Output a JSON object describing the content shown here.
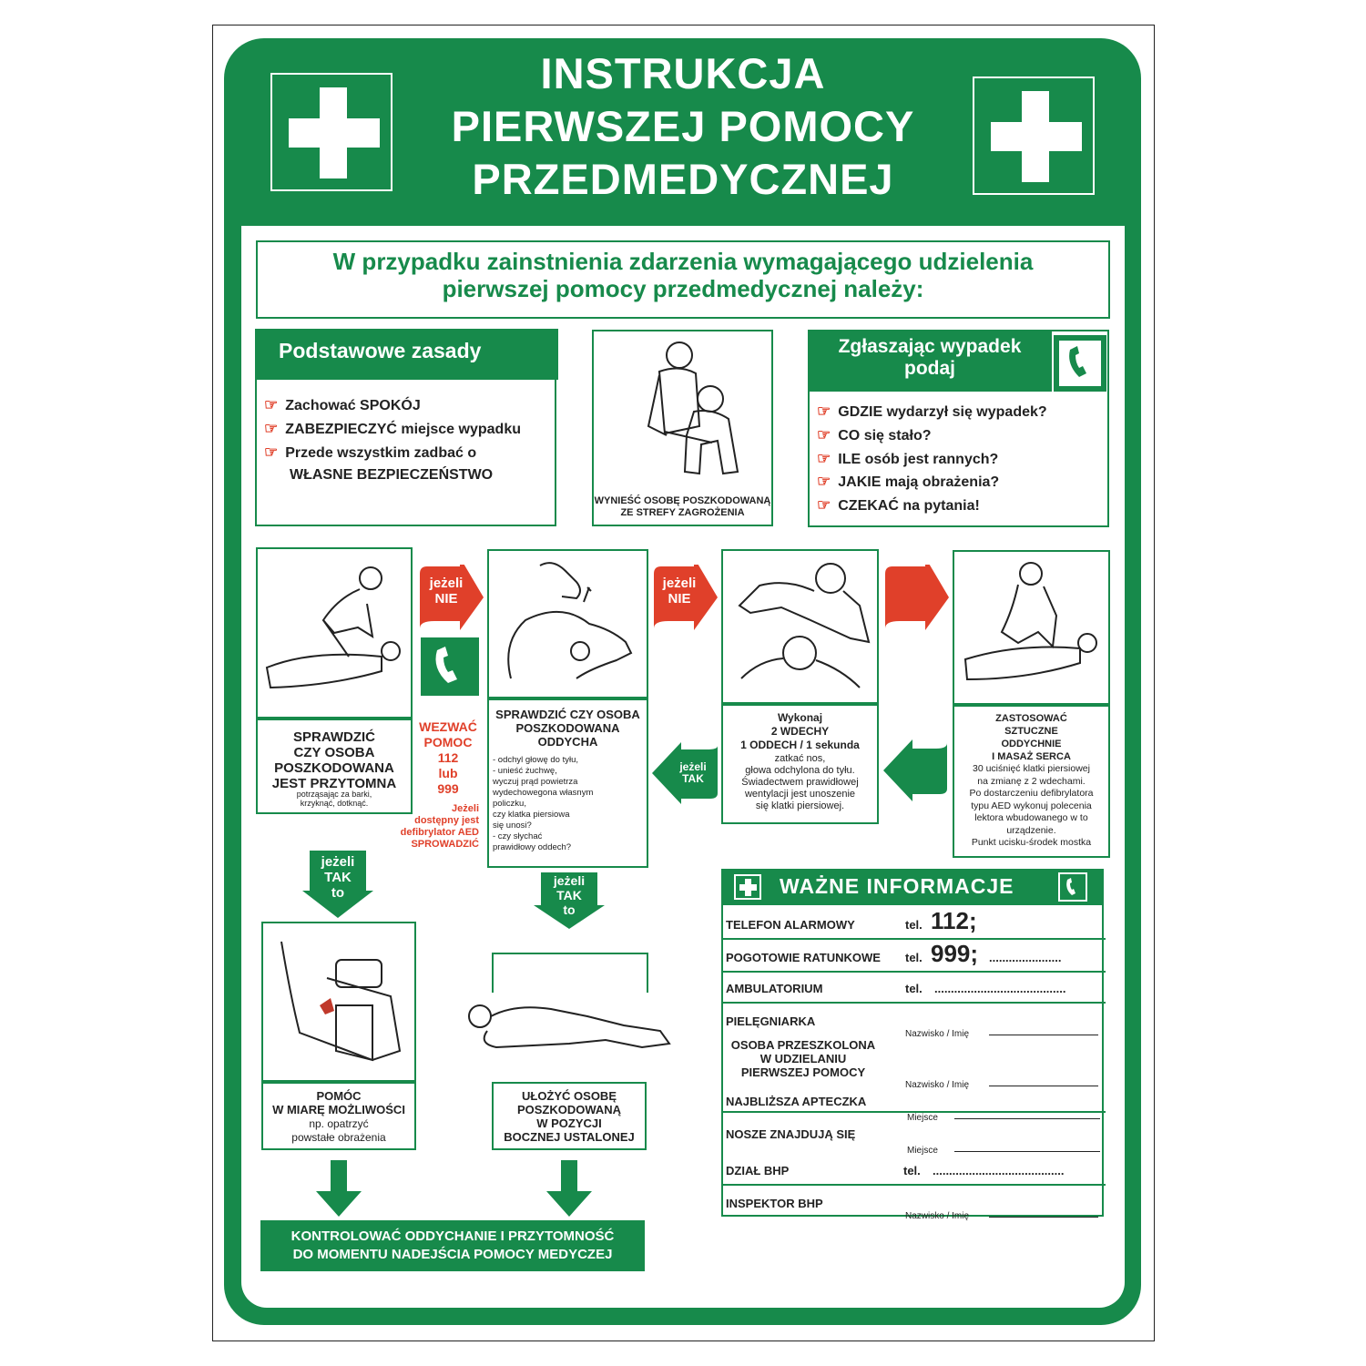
{
  "header": {
    "title_line1": "INSTRUKCJA",
    "title_line2": "PIERWSZEJ POMOCY",
    "title_line3": "PRZEDMEDYCZNEJ"
  },
  "intro": {
    "line1": "W przypadku zainstnienia zdarzenia wymagającego udzielenia",
    "line2": "pierwszej pomocy przedmedycznej należy:"
  },
  "basic_rules": {
    "heading": "Podstawowe zasady",
    "items": [
      "Zachować SPOKÓJ",
      "ZABEZPIECZYĆ miejsce wypadku",
      "Przede wszystkim zadbać o",
      "WŁASNE BEZPIECZEŃSTWO"
    ]
  },
  "evacuate": {
    "caption_line1": "WYNIEŚĆ OSOBĘ POSZKODOWANĄ",
    "caption_line2": "ZE STREFY ZAGROŻENIA"
  },
  "report": {
    "heading_line1": "Zgłaszając wypadek",
    "heading_line2": "podaj",
    "items": [
      "GDZIE wydarzył się wypadek?",
      "CO się stało?",
      "ILE osób jest rannych?",
      "JAKIE mają obrażenia?",
      "CZEKAĆ na pytania!"
    ]
  },
  "steps": {
    "jezeli": "jeżeli",
    "nie": "NIE",
    "tak": "TAK",
    "to": "to",
    "consciousness": {
      "l1": "SPRAWDZIĆ",
      "l2": "CZY OSOBA",
      "l3": "POSZKODOWANA",
      "l4": "JEST PRZYTOMNA",
      "note1": "potrząsając za barki,",
      "note2": "krzyknąć, dotknąć."
    },
    "call": {
      "l1": "WEZWAĆ",
      "l2": "POMOC",
      "l3": "112",
      "l4": "lub",
      "l5": "999",
      "aed1": "Jeżeli",
      "aed2": "dostępny jest",
      "aed3": "defibrylator AED",
      "aed4": "SPROWADZIĆ"
    },
    "breathing": {
      "l1": "SPRAWDZIĆ CZY OSOBA",
      "l2": "POSZKODOWANA",
      "l3": "ODDYCHA",
      "notes": [
        "- odchyl głowę do tyłu,",
        "- unieść żuchwę,",
        "wyczuj prąd powietrza",
        "wydechowegona własnym",
        "policzku,",
        "czy klatka piersiowa",
        "się unosi?",
        "- czy słychać",
        "prawidłowy oddech?"
      ]
    },
    "breaths": {
      "l1": "Wykonaj",
      "l2": "2 WDECHY",
      "l3": "1 ODDECH / 1 sekunda",
      "notes": [
        "zatkać nos,",
        "głowa odchylona do tyłu.",
        "Świadectwem prawidłowej",
        "wentylacji jest unoszenie",
        "się klatki piersiowej."
      ]
    },
    "cpr": {
      "l1": "ZASTOSOWAĆ",
      "l2": "SZTUCZNE",
      "l3": "ODDYCHNIE",
      "l4": "I MASAŻ SERCA",
      "notes": [
        "30 uciśnięć klatki piersiowej",
        "na zmianę z 2 wdechami.",
        "Po dostarczeniu defibrylatora",
        "typu AED wykonuj polecenia",
        "lektora wbudowanego w to",
        "urządzenie.",
        "Punkt ucisku-środek mostka"
      ]
    },
    "help": {
      "l1": "POMÓC",
      "l2": "W MIARĘ MOŻLIWOŚCI",
      "l3": "np. opatrzyć",
      "l4": "powstałe obrażenia"
    },
    "recovery": {
      "l1": "UŁOŻYĆ OSOBĘ",
      "l2": "POSZKODOWANĄ",
      "l3": "W POZYCJI",
      "l4": "BOCZNEJ USTALONEJ"
    },
    "monitor": {
      "l1": "KONTROLOWAĆ ODDYCHANIE I PRZYTOMNOŚĆ",
      "l2": "DO MOMENTU NADEJŚCIA POMOCY MEDYCZEJ"
    }
  },
  "important": {
    "heading": "WAŻNE INFORMACJE",
    "alarm_label": "TELEFON ALARMOWY",
    "tel": "tel.",
    "alarm_number": "112;",
    "ambulance_label": "POGOTOWIE RATUNKOWE",
    "ambulance_number": "999;",
    "dots_short": "......................",
    "dots_long": "........................................",
    "ambulatory_label": "AMBULATORIUM",
    "nurse_label": "PIELĘGNIARKA",
    "name_hint": "Nazwisko / Imię",
    "trained_l1": "OSOBA PRZESZKOLONA",
    "trained_l2": "W UDZIELANIU",
    "trained_l3": "PIERWSZEJ POMOCY",
    "kit_label": "NAJBLIŻSZA APTECZKA",
    "place_hint": "Miejsce",
    "stretcher_label": "NOSZE ZNAJDUJĄ SIĘ",
    "bhp_label": "DZIAŁ BHP",
    "inspector_label": "INSPEKTOR BHP"
  },
  "colors": {
    "green": "#178a4b",
    "red": "#e0402a"
  }
}
